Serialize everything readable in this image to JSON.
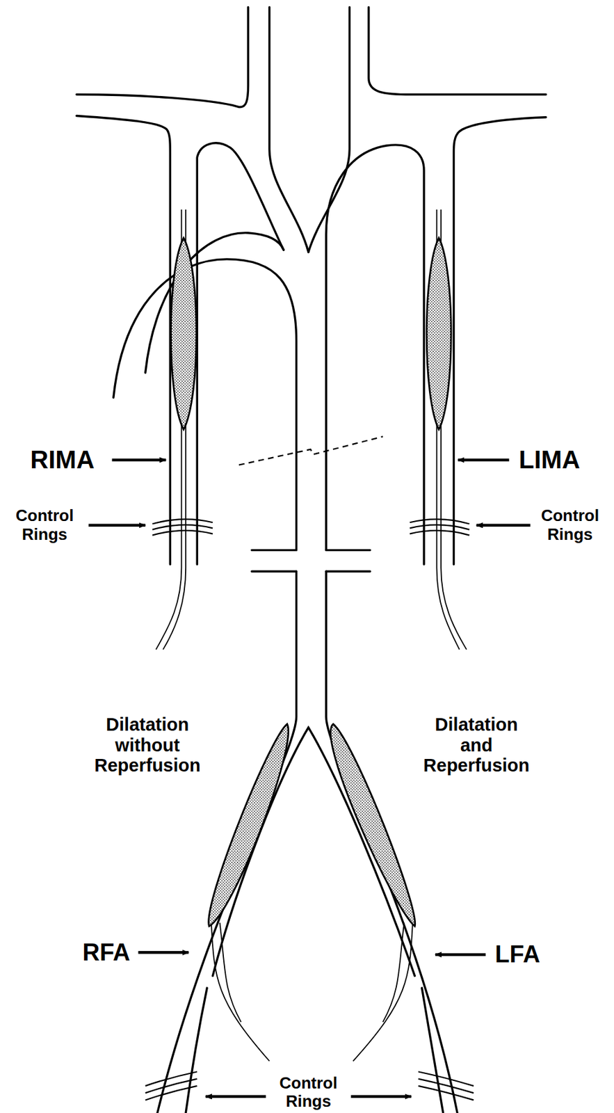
{
  "diagram": {
    "labels": [
      "RIMA",
      "Control Rings",
      "LIMA",
      "Control Rings",
      "Dilatation without Reperfusion",
      "Dilatation and Reperfusion",
      "RFA",
      "LFA",
      "Control Rings"
    ]
  }
}
